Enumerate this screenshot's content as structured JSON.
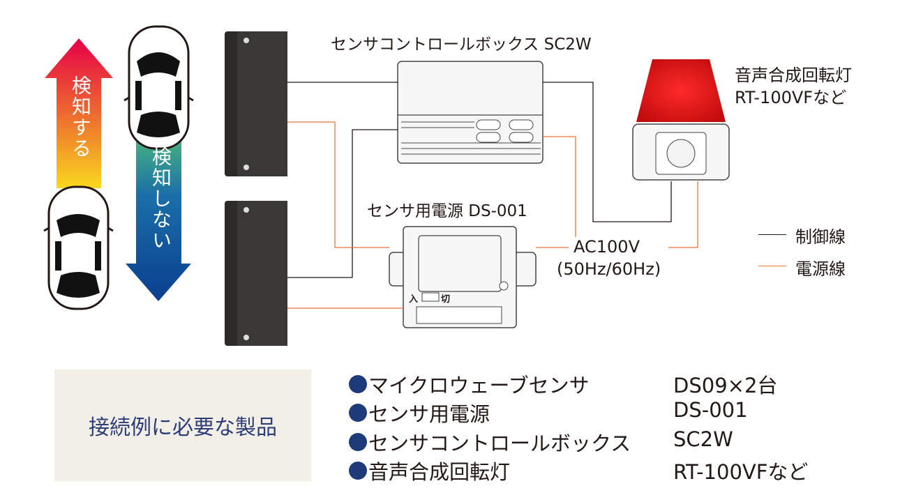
{
  "arrows": {
    "detect_label": "検知する",
    "no_detect_label": "検知しない",
    "detect_colors": [
      "#e50046",
      "#f08a2a",
      "#fbd81f"
    ],
    "no_detect_colors": [
      "#0a3f8f",
      "#1a5aa5",
      "#45b081"
    ]
  },
  "devices": {
    "control_box_label": "センサコントロールボックス SC2W",
    "power_supply_label": "センサ用電源 DS-001",
    "lamp_label_line1": "音声合成回転灯",
    "lamp_label_line2": "RT-100VFなど",
    "ac_label_line1": "AC100V",
    "ac_label_line2": "(50Hz/60Hz)",
    "switch_in": "入",
    "switch_off": "切"
  },
  "legend": {
    "control_line": "制御線",
    "power_line": "電源線",
    "control_color": "#231815",
    "power_color": "#e8743b"
  },
  "products": {
    "title": "接続例に必要な製品",
    "items": [
      {
        "name": "マイクロウェーブセンサ",
        "value": "DS09×2台"
      },
      {
        "name": "センサ用電源",
        "value": "DS-001"
      },
      {
        "name": "センサコントロールボックス",
        "value": "SC2W"
      },
      {
        "name": "音声合成回転灯",
        "value": "RT-100VFなど"
      }
    ]
  }
}
